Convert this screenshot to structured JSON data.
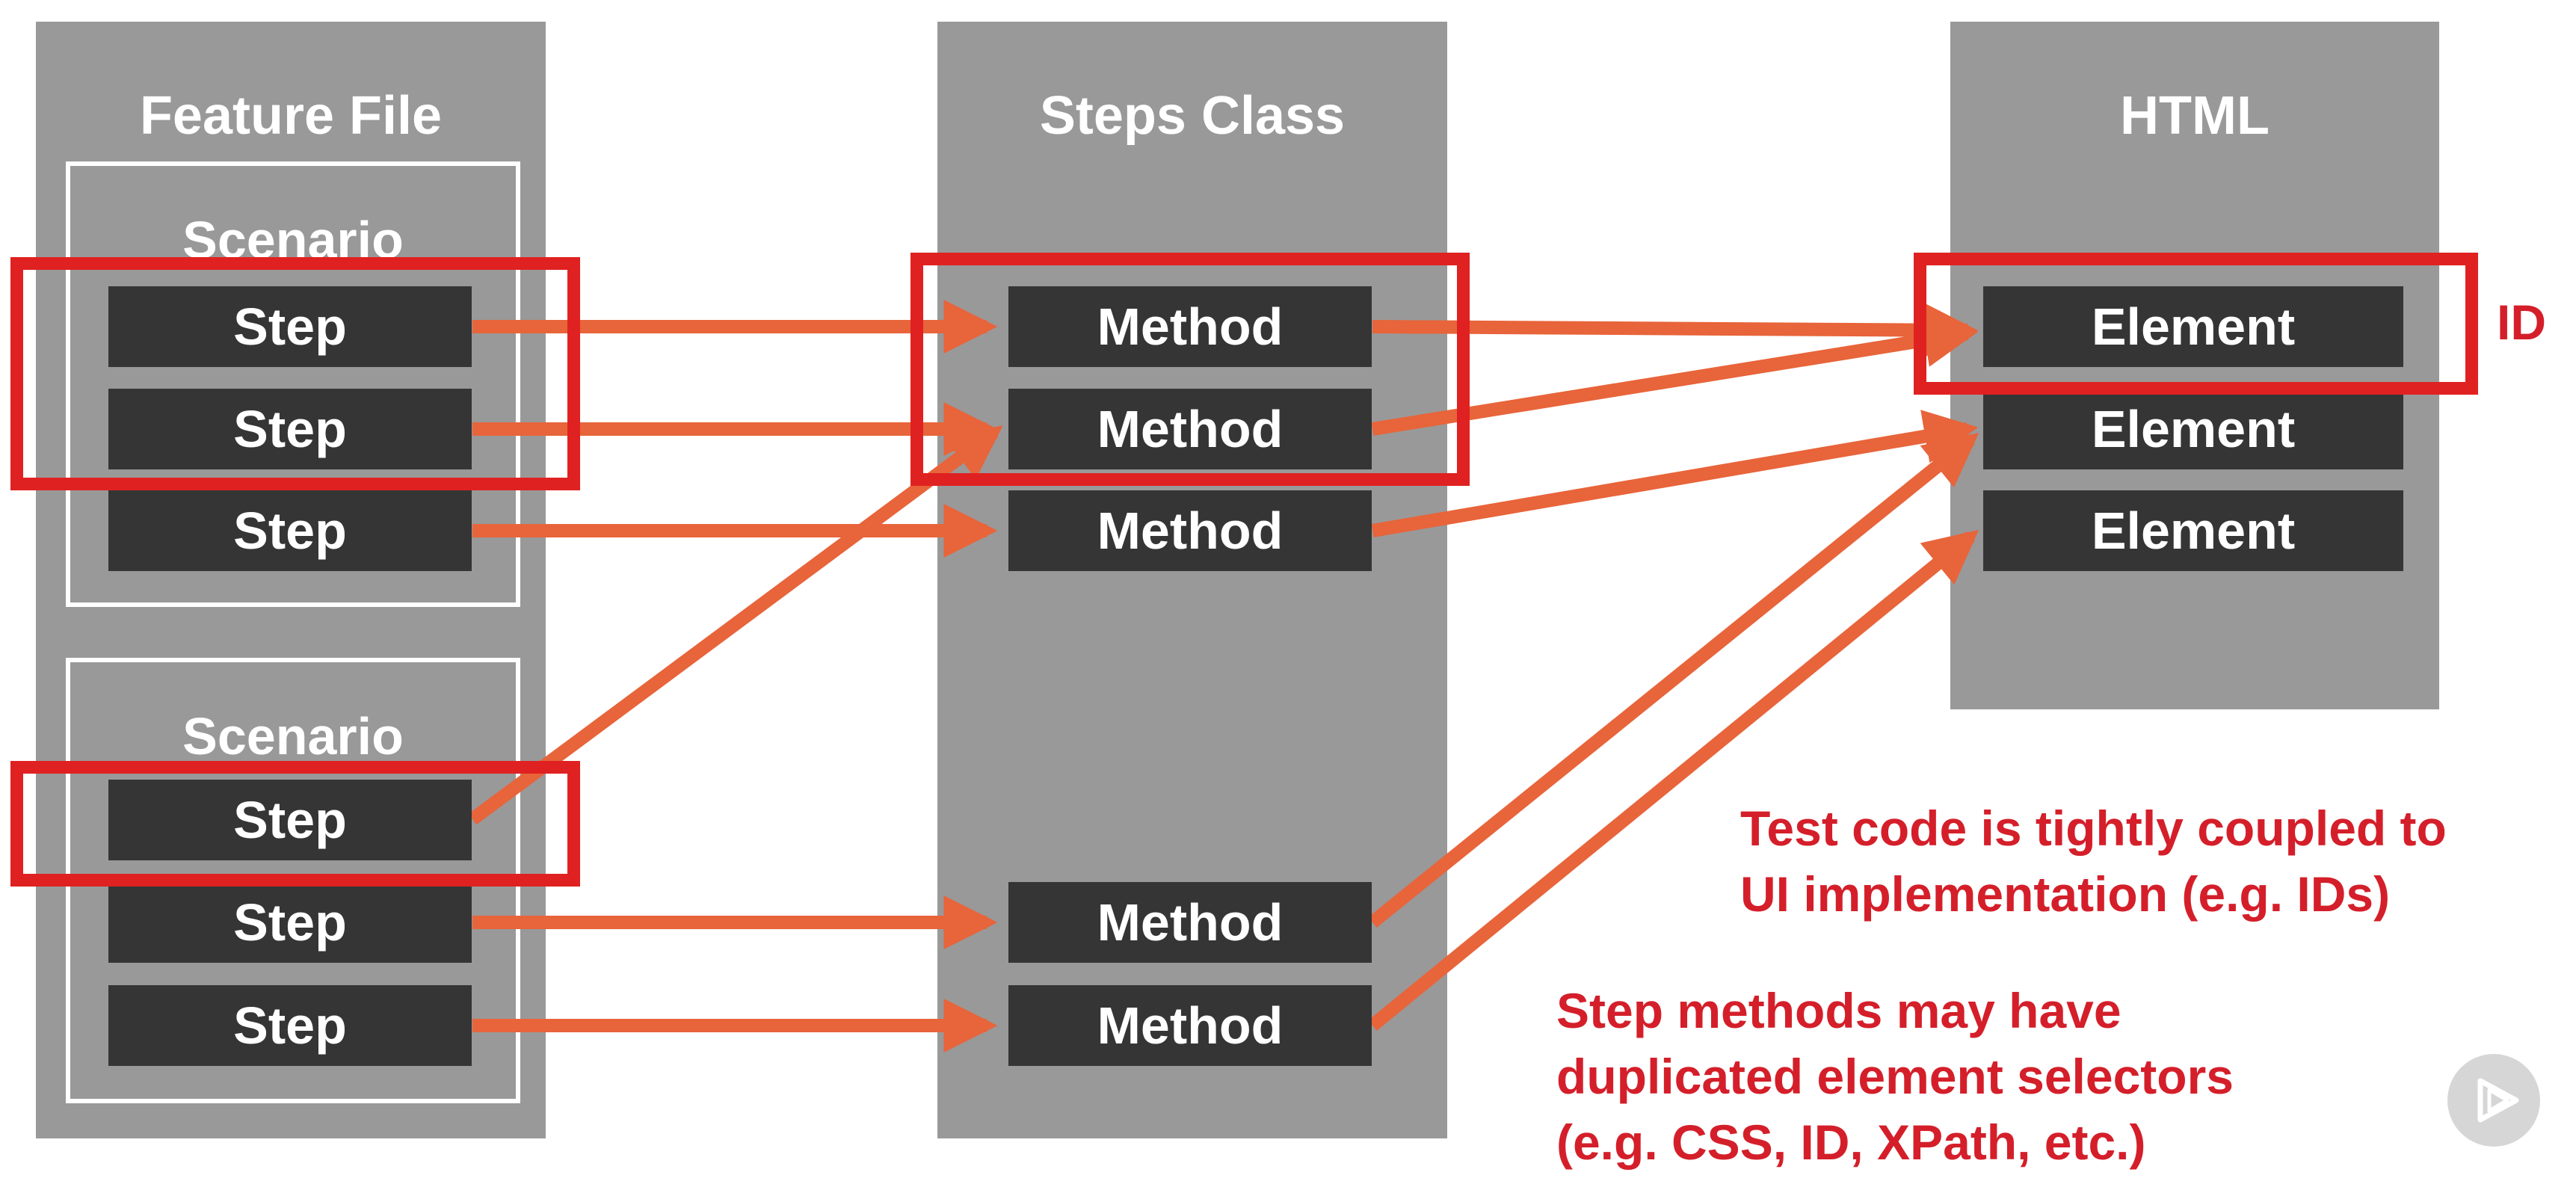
{
  "columns": {
    "feature_file": "Feature File",
    "steps_class": "Steps Class",
    "html": "HTML"
  },
  "scenario_label": "Scenario",
  "step_label": "Step",
  "method_label": "Method",
  "element_label": "Element",
  "id_label": "ID",
  "notes": {
    "coupling_line1": "Test code is tightly coupled to",
    "coupling_line2": "UI implementation (e.g. IDs)",
    "duplicates_line1": "Step methods may have",
    "duplicates_line2": "duplicated element selectors",
    "duplicates_line3": "(e.g. CSS, ID, XPath, etc.)"
  },
  "colors": {
    "panel": "#999999",
    "box": "#353535",
    "arrow": "#e8643a",
    "highlight": "#e02121",
    "note_text": "#d41f2a"
  },
  "icons": [
    "play-icon"
  ]
}
